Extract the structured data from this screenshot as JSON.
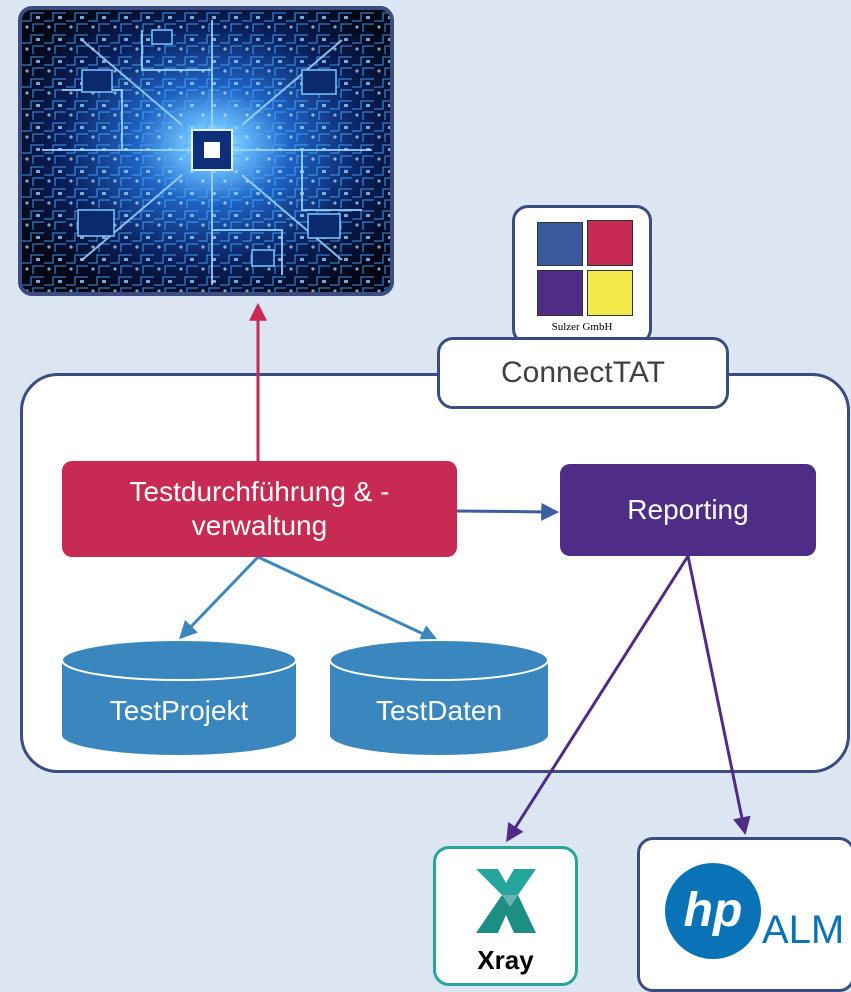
{
  "image": {
    "icon": "circuit-board-image"
  },
  "sulzer_logo": {
    "company": "Sulzer GmbH",
    "colors": [
      "#3b5a9d",
      "#c72a53",
      "#4f2c85",
      "#f2e84a"
    ]
  },
  "container": {
    "title": "ConnectTAT"
  },
  "nodes": {
    "execution": {
      "line1": "Testdurchführung & -",
      "line2": "verwaltung",
      "color": "#c72a53"
    },
    "reporting": {
      "label": "Reporting",
      "color": "#4f2c85"
    },
    "test_project": {
      "label": "TestProjekt",
      "color": "#3a86bf"
    },
    "test_data": {
      "label": "TestDaten",
      "color": "#3a86bf"
    }
  },
  "integrations": {
    "xray": {
      "label": "Xray",
      "icon": "xray-logo-icon"
    },
    "alm": {
      "logo_text": "hp",
      "label": "ALM",
      "icon": "hp-alm-logo-icon"
    }
  },
  "colors": {
    "background": "#dce6f2",
    "border": "#3a4c80",
    "arrow_pink": "#c72a53",
    "arrow_purple": "#4f2c85",
    "arrow_blue": "#3a86bf"
  }
}
